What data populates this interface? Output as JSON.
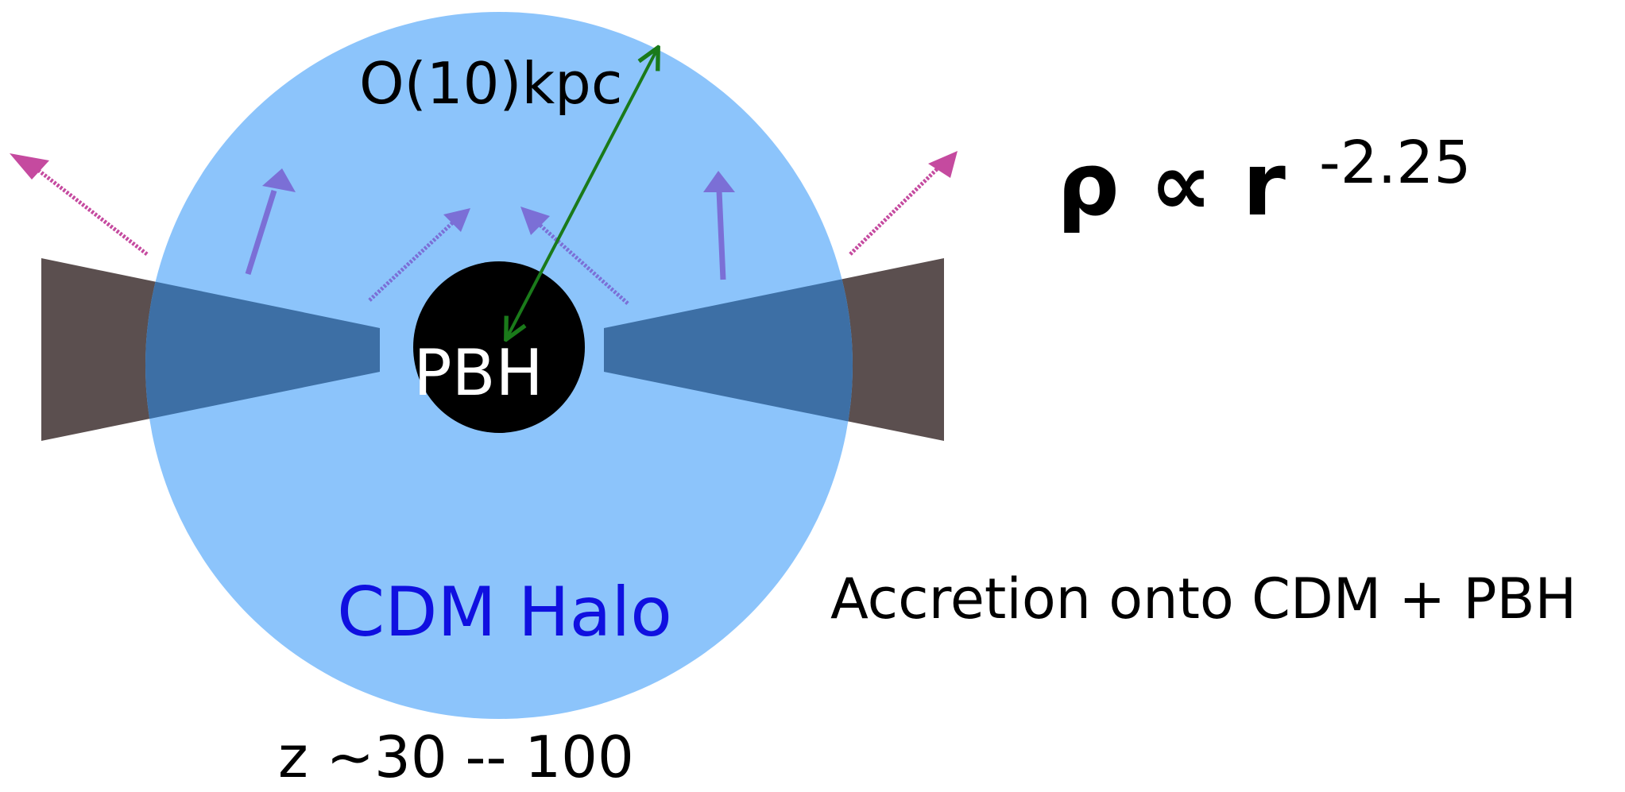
{
  "labels": {
    "radius": "O(10)kpc",
    "center": "PBH",
    "halo": "CDM Halo",
    "redshift": "z ~30 -- 100",
    "density_base": "ρ ∝ r",
    "density_exponent": "-2.25",
    "accretion": "Accretion onto CDM + PBH"
  },
  "colors": {
    "halo": "#8cc4fb",
    "disk": "#5b4f4f",
    "disk_in_halo": "#3d6fa5",
    "hole": "#000000",
    "radius_arrow": "#1a7a1a",
    "jet_outer": "#c54a9f",
    "jet_inner": "#7b6fd6",
    "halo_text": "#1010e0",
    "text": "#000000",
    "center_text": "#ffffff"
  }
}
